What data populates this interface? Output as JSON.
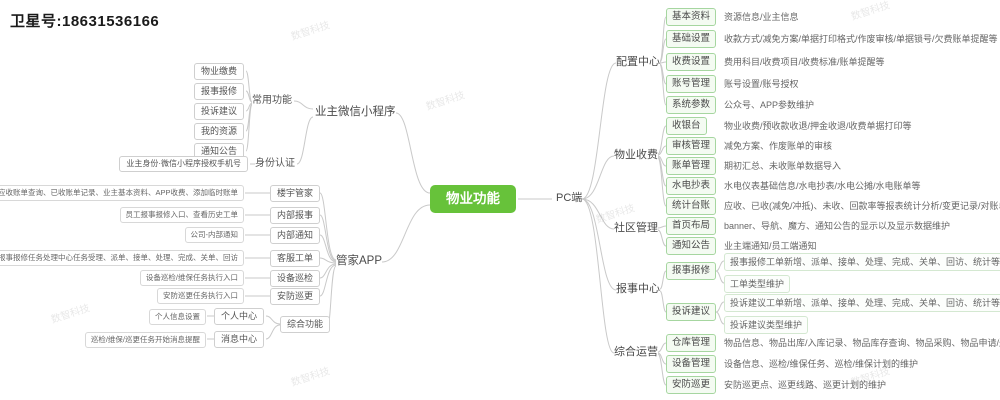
{
  "header": {
    "contact": "卫星号:18631536166"
  },
  "watermark": {
    "text": "数智科技"
  },
  "root": {
    "label": "物业功能",
    "color": "#67c23a"
  },
  "pc": {
    "label": "PC端"
  },
  "mini": {
    "label": "业主微信小程序",
    "common": {
      "label": "常用功能",
      "items": [
        "物业缴费",
        "报事报修",
        "投诉建议",
        "我的资源",
        "通知公告"
      ]
    },
    "auth": {
      "label": "身份认证",
      "item": "业主身份·微信小程序授权手机号"
    }
  },
  "butler": {
    "label": "管家APP",
    "children": [
      {
        "label": "楼宇管家",
        "leaf": "应收账单查询、已收账单记录、业主基本资料、APP收费、添加临时账单"
      },
      {
        "label": "内部报事",
        "leaf": "员工报事报修入口、查看历史工单"
      },
      {
        "label": "内部通知",
        "leaf": "公司-内部通知"
      },
      {
        "label": "客服工单",
        "leaf": "报事报修任务处理中心任务受理、派单、接单、处理、完成、关单、回访"
      },
      {
        "label": "设备巡检",
        "leaf": "设备巡检/维保任务执行入口"
      },
      {
        "label": "安防巡更",
        "leaf": "安防巡更任务执行入口"
      }
    ],
    "misc": {
      "label": "综合功能",
      "children": [
        {
          "label": "个人中心",
          "leaf": "个人信息设置"
        },
        {
          "label": "消息中心",
          "leaf": "巡检/维保/巡更任务开始消息提醒"
        }
      ]
    }
  },
  "sections": [
    {
      "label": "配置中心",
      "rows": [
        {
          "node": "基本资料",
          "desc": "资源信息/业主信息"
        },
        {
          "node": "基础设置",
          "desc": "收款方式/减免方案/单据打印格式/作废审核/单据锁号/欠费账单提醒等"
        },
        {
          "node": "收费设置",
          "desc": "费用科目/收费项目/收费标准/账单提醒等"
        },
        {
          "node": "账号管理",
          "desc": "账号设置/账号授权"
        },
        {
          "node": "系统参数",
          "desc": "公众号、APP参数维护"
        }
      ]
    },
    {
      "label": "物业收费",
      "rows": [
        {
          "node": "收银台",
          "desc": "物业收费/预收款收退/押金收退/收费单据打印等"
        },
        {
          "node": "审核管理",
          "desc": "减免方案、作废账单的审核"
        },
        {
          "node": "账单管理",
          "desc": "期初汇总、未收账单数据导入"
        },
        {
          "node": "水电抄表",
          "desc": "水电仪表基础信息/水电抄表/水电公摊/水电账单等"
        },
        {
          "node": "统计台账",
          "desc": "应收、已收(减免/冲抵)、未收、回款率等报表统计分析/变更记录/对账单"
        }
      ]
    },
    {
      "label": "社区管理",
      "rows": [
        {
          "node": "首页布局",
          "desc": "banner、导航、魔方、通知公告的显示以及显示数据维护"
        },
        {
          "node": "通知公告",
          "desc": "业主端通知/员工端通知"
        }
      ]
    },
    {
      "label": "报事中心",
      "rows": [
        {
          "node": "报事报修",
          "descs": [
            "报事报修工单新增、派单、接单、处理、完成、关单、回访、统计等",
            "工单类型维护"
          ]
        },
        {
          "node": "投诉建议",
          "descs": [
            "投诉建议工单新增、派单、接单、处理、完成、关单、回访、统计等",
            "投诉建议类型维护"
          ]
        }
      ]
    },
    {
      "label": "综合运营",
      "rows": [
        {
          "node": "仓库管理",
          "desc": "物品信息、物品出库/入库记录、物品库存查询、物品采购、物品申请/返还记录等"
        },
        {
          "node": "设备管理",
          "desc": "设备信息、巡检/维保任务、巡检/维保计划的维护"
        },
        {
          "node": "安防巡更",
          "desc": "安防巡更点、巡更线路、巡更计划的维护"
        }
      ]
    }
  ],
  "colors": {
    "accent": "#67c23a",
    "line": "#c9c9c9"
  }
}
